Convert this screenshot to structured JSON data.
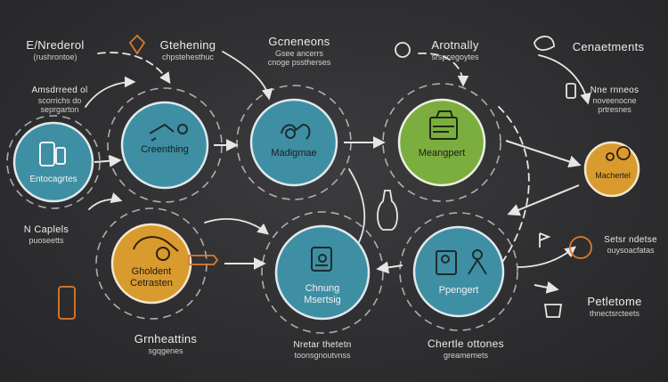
{
  "colors": {
    "teal": "#3e8fa3",
    "green": "#7cae3f",
    "amber": "#d99a2e",
    "orange": "#e07a2a",
    "chalk": "#e6e6e6",
    "board": "#2f2f31"
  },
  "nodes": [
    {
      "id": "n1",
      "label": "Entocagrtes",
      "color_key": "teal",
      "icon": "smartphone-icon"
    },
    {
      "id": "n2",
      "label": "Creenthing",
      "color_key": "teal",
      "icon": "tool-icon"
    },
    {
      "id": "n3",
      "label": "Madigmae",
      "color_key": "teal",
      "icon": "hand-icon"
    },
    {
      "id": "n4",
      "label": "Meangpert",
      "color_key": "green",
      "icon": "briefcase-icon"
    },
    {
      "id": "n5",
      "label": "Machertel",
      "color_key": "amber",
      "icon": "chart-icon"
    },
    {
      "id": "n6",
      "label": "Gholdent\nCetrasten",
      "color_key": "amber",
      "icon": "hand-coin-icon"
    },
    {
      "id": "n7",
      "label": "Chnung\nMsertsig",
      "color_key": "teal",
      "icon": "document-icon"
    },
    {
      "id": "n8",
      "label": "Ppengert",
      "color_key": "teal",
      "icon": "people-icon"
    }
  ],
  "annotations": [
    {
      "id": "a1",
      "title": "E/Nrederol",
      "sub": "(rushrontoe)"
    },
    {
      "id": "a2",
      "title": "Gtehening",
      "sub": "chpstehesthuc"
    },
    {
      "id": "a3",
      "title": "Gcneneons",
      "sub": "Gsee ancerrs\ncnoge psstherses"
    },
    {
      "id": "a4",
      "title": "Arotnally",
      "sub": "srspcegoytes"
    },
    {
      "id": "a5",
      "title": "Cenaetments",
      "sub": ""
    },
    {
      "id": "a6",
      "title": "Amsdrreed ol",
      "sub": "scorrichs do\nseprgarton"
    },
    {
      "id": "a7",
      "title": "Nne rnneos",
      "sub": "noveenocne\nprtresnes"
    },
    {
      "id": "a8",
      "title": "N Caplels",
      "sub": "puoseetts"
    },
    {
      "id": "a9",
      "title": "Setsr ndetse",
      "sub": "ouysoacfatas"
    },
    {
      "id": "a10",
      "title": "Grnheattins",
      "sub": "sgqgenes"
    },
    {
      "id": "a11",
      "title": "Nretar thetetn",
      "sub": "toonsgnoutvnss"
    },
    {
      "id": "a12",
      "title": "Chertle ottones",
      "sub": "greamemets"
    },
    {
      "id": "a13",
      "title": "Petletome",
      "sub": "thnectsrcteets"
    }
  ]
}
